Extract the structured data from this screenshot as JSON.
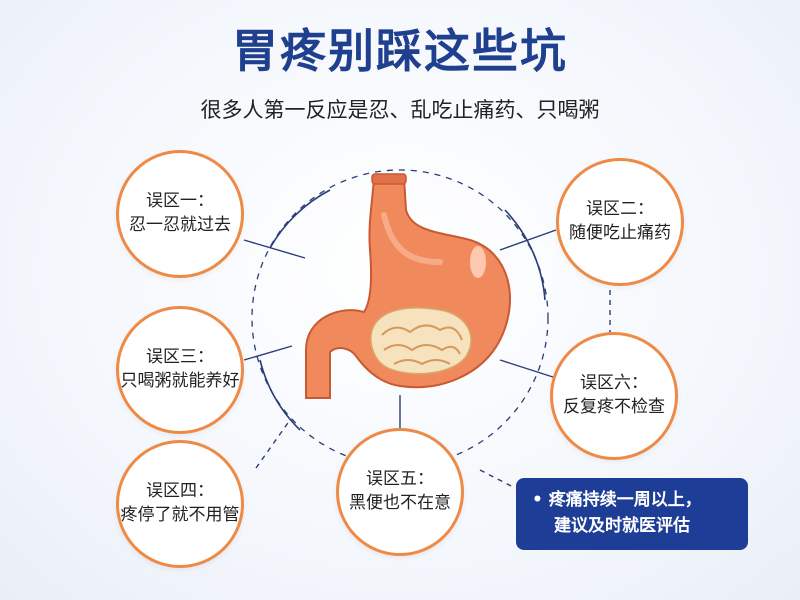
{
  "title": "胃疼别踩这些坑",
  "subtitle": "很多人第一反应是忍、乱吃止痛药、只喝粥",
  "myths": [
    {
      "label": "误区一：",
      "text": "忍一忍就过去"
    },
    {
      "label": "误区二：",
      "text": "随便吃止痛药"
    },
    {
      "label": "误区三：",
      "text": "只喝粥就能养好"
    },
    {
      "label": "误区四：",
      "text": "疼停了就不用管"
    },
    {
      "label": "误区五：",
      "text": "黑便也不在意"
    },
    {
      "label": "误区六：",
      "text": "反复疼不检查"
    }
  ],
  "note": {
    "bullet": "•",
    "line1": "疼痛持续一周以上，",
    "line2": "建议及时就医评估"
  },
  "icons": {
    "center": "stomach-icon"
  },
  "colors": {
    "title": "#1f3f8f",
    "bubble_border": "#ee8a45",
    "stomach": "#f08a5d",
    "note_bg": "#1e3d96",
    "line": "#2a3d78"
  }
}
